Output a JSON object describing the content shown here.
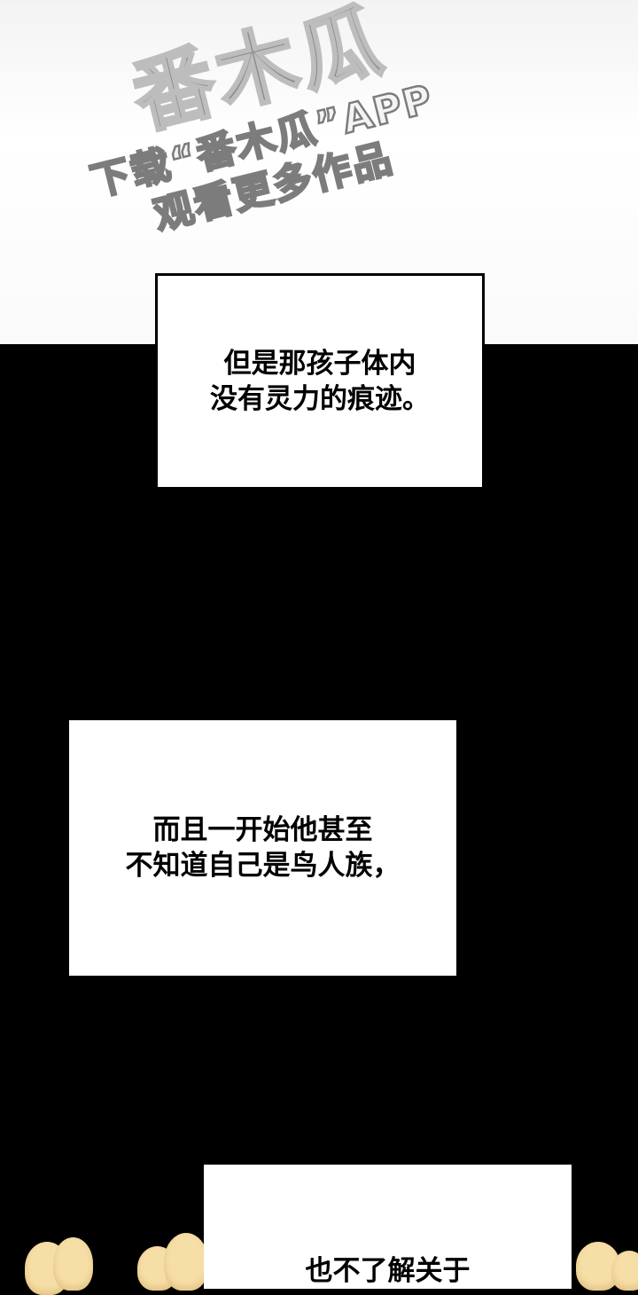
{
  "watermark": {
    "logo": "番木瓜",
    "line1": "下载“番木瓜”APP",
    "line2": "观看更多作品"
  },
  "panels": [
    {
      "caption": "但是那孩子体内\n没有灵力的痕迹。"
    },
    {
      "caption": "而且一开始他甚至\n不知道自己是鸟人族，"
    },
    {
      "caption": "也不了解关于"
    }
  ],
  "colors": {
    "background": "#000000",
    "caption_box": "#ffffff",
    "blob": "#f6dfa6",
    "watermark": "#8a8a8a"
  }
}
